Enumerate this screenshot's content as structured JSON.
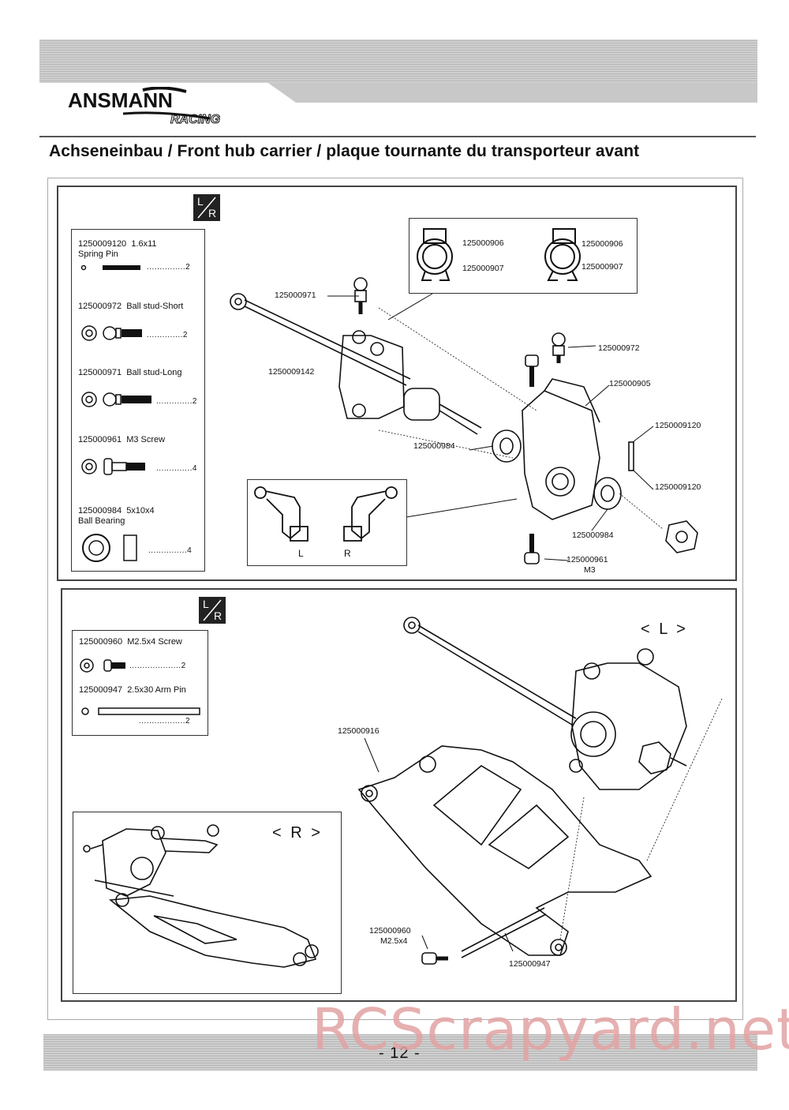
{
  "header": {
    "brand": "ANSMANN",
    "brand_sub": "RACING",
    "title": "Achseneinbau / Front hub carrier / plaque tournante du transporteur avant"
  },
  "panel1": {
    "badge": {
      "top": "L",
      "bottom": "R"
    },
    "parts": [
      {
        "code": "1250009120",
        "desc": "1.6x11",
        "desc2": "Spring Pin",
        "qty": "...............2"
      },
      {
        "code": "125000972",
        "desc": "Ball stud-Short",
        "qty": "..............2"
      },
      {
        "code": "125000971",
        "desc": "Ball stud-Long",
        "qty": "..............2"
      },
      {
        "code": "125000961",
        "desc": "M3 Screw",
        "qty": "..............4"
      },
      {
        "code": "125000984",
        "desc": "5x10x4",
        "desc2": "Ball Bearing",
        "qty": "...............4"
      }
    ],
    "topbox": {
      "a1": "125000906",
      "a2": "125000907",
      "b1": "125000906",
      "b2": "125000907"
    },
    "arms_box": {
      "left": "L",
      "right": "R"
    },
    "callouts": {
      "c971": "125000971",
      "c9142": "1250009142",
      "c972": "125000972",
      "c905": "125000905",
      "c9120a": "1250009120",
      "c9120b": "1250009120",
      "c984a": "125000984",
      "c984b": "125000984",
      "c961": "125000961",
      "c961b": "M3"
    }
  },
  "panel2": {
    "badge": {
      "top": "L",
      "bottom": "R"
    },
    "parts": [
      {
        "code": "125000960",
        "desc": "M2.5x4 Screw",
        "qty": "....................2"
      },
      {
        "code": "125000947",
        "desc": "2.5x30 Arm Pin",
        "qty": "..................2"
      }
    ],
    "label_left_side": "< L >",
    "label_right_side": "< R >",
    "callouts": {
      "c916": "125000916",
      "c960": "125000960",
      "c960b": "M2.5x4",
      "c947": "125000947"
    }
  },
  "footer": {
    "page": "- 12 -"
  },
  "watermark": "RCScrapyard.net"
}
